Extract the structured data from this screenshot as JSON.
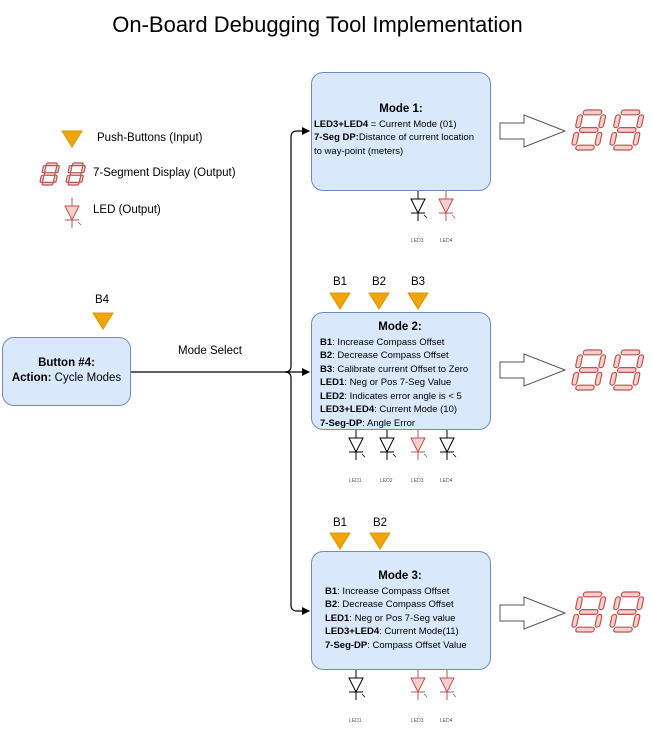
{
  "title": "On-Board Debugging Tool Implementation",
  "legend": {
    "push_buttons": "Push-Buttons (Input)",
    "seven_seg": "7-Segment Display (Output)",
    "led": "LED (Output)"
  },
  "button4": {
    "label_above": "B4",
    "name": "Button #4:",
    "action_key": "Action:",
    "action_value": " Cycle Modes"
  },
  "mode_select": "Mode Select",
  "mode1": {
    "title": "Mode 1:",
    "lines": [
      {
        "key": "LED3+LED4",
        "text": " = Current Mode (01)"
      },
      {
        "key": "7-Seg DP:",
        "text": "Distance of current location"
      },
      {
        "key": "",
        "text": "to way-point (meters)"
      }
    ],
    "leds": [
      "LED3",
      "LED4"
    ]
  },
  "mode2": {
    "title": "Mode 2:",
    "buttons": [
      "B1",
      "B2",
      "B3"
    ],
    "lines": [
      {
        "key": "B1",
        "text": ": Increase Compass Offset"
      },
      {
        "key": "B2",
        "text": ": Decrease Compass Offset"
      },
      {
        "key": "B3",
        "text": ": Calibrate current Offset to Zero"
      },
      {
        "key": "LED1",
        "text": ": Neg or Pos 7-Seg Value"
      },
      {
        "key": "LED2",
        "text": ": Indicates error angle is < 5"
      },
      {
        "key": "LED3+LED4",
        "text": ": Current Mode (10)"
      },
      {
        "key": "7-Seg-DP",
        "text": ": Angle Error"
      }
    ],
    "leds": [
      "LED1",
      "LED2",
      "LED3",
      "LED4"
    ]
  },
  "mode3": {
    "title": "Mode 3:",
    "buttons": [
      "B1",
      "B2"
    ],
    "lines": [
      {
        "key": "B1",
        "text": ": Increase Compass Offset"
      },
      {
        "key": "B2",
        "text": ": Decrease Compass Offset"
      },
      {
        "key": "LED1",
        "text": ": Neg or Pos 7-Seg value"
      },
      {
        "key": "LED3+LED4",
        "text": ": Current Mode(11)"
      },
      {
        "key": "7-Seg-DP",
        "text": ": Compass Offset Value"
      }
    ],
    "leds": [
      "LED1",
      "LED3",
      "LED4"
    ]
  },
  "colors": {
    "box_fill": "#dae8fc",
    "box_stroke": "#6c8ebf",
    "button_triangle": "#f0a30a",
    "seven_seg": "#f8cecc",
    "seven_seg_stroke": "#b85450",
    "led_active": "#f8cecc"
  }
}
